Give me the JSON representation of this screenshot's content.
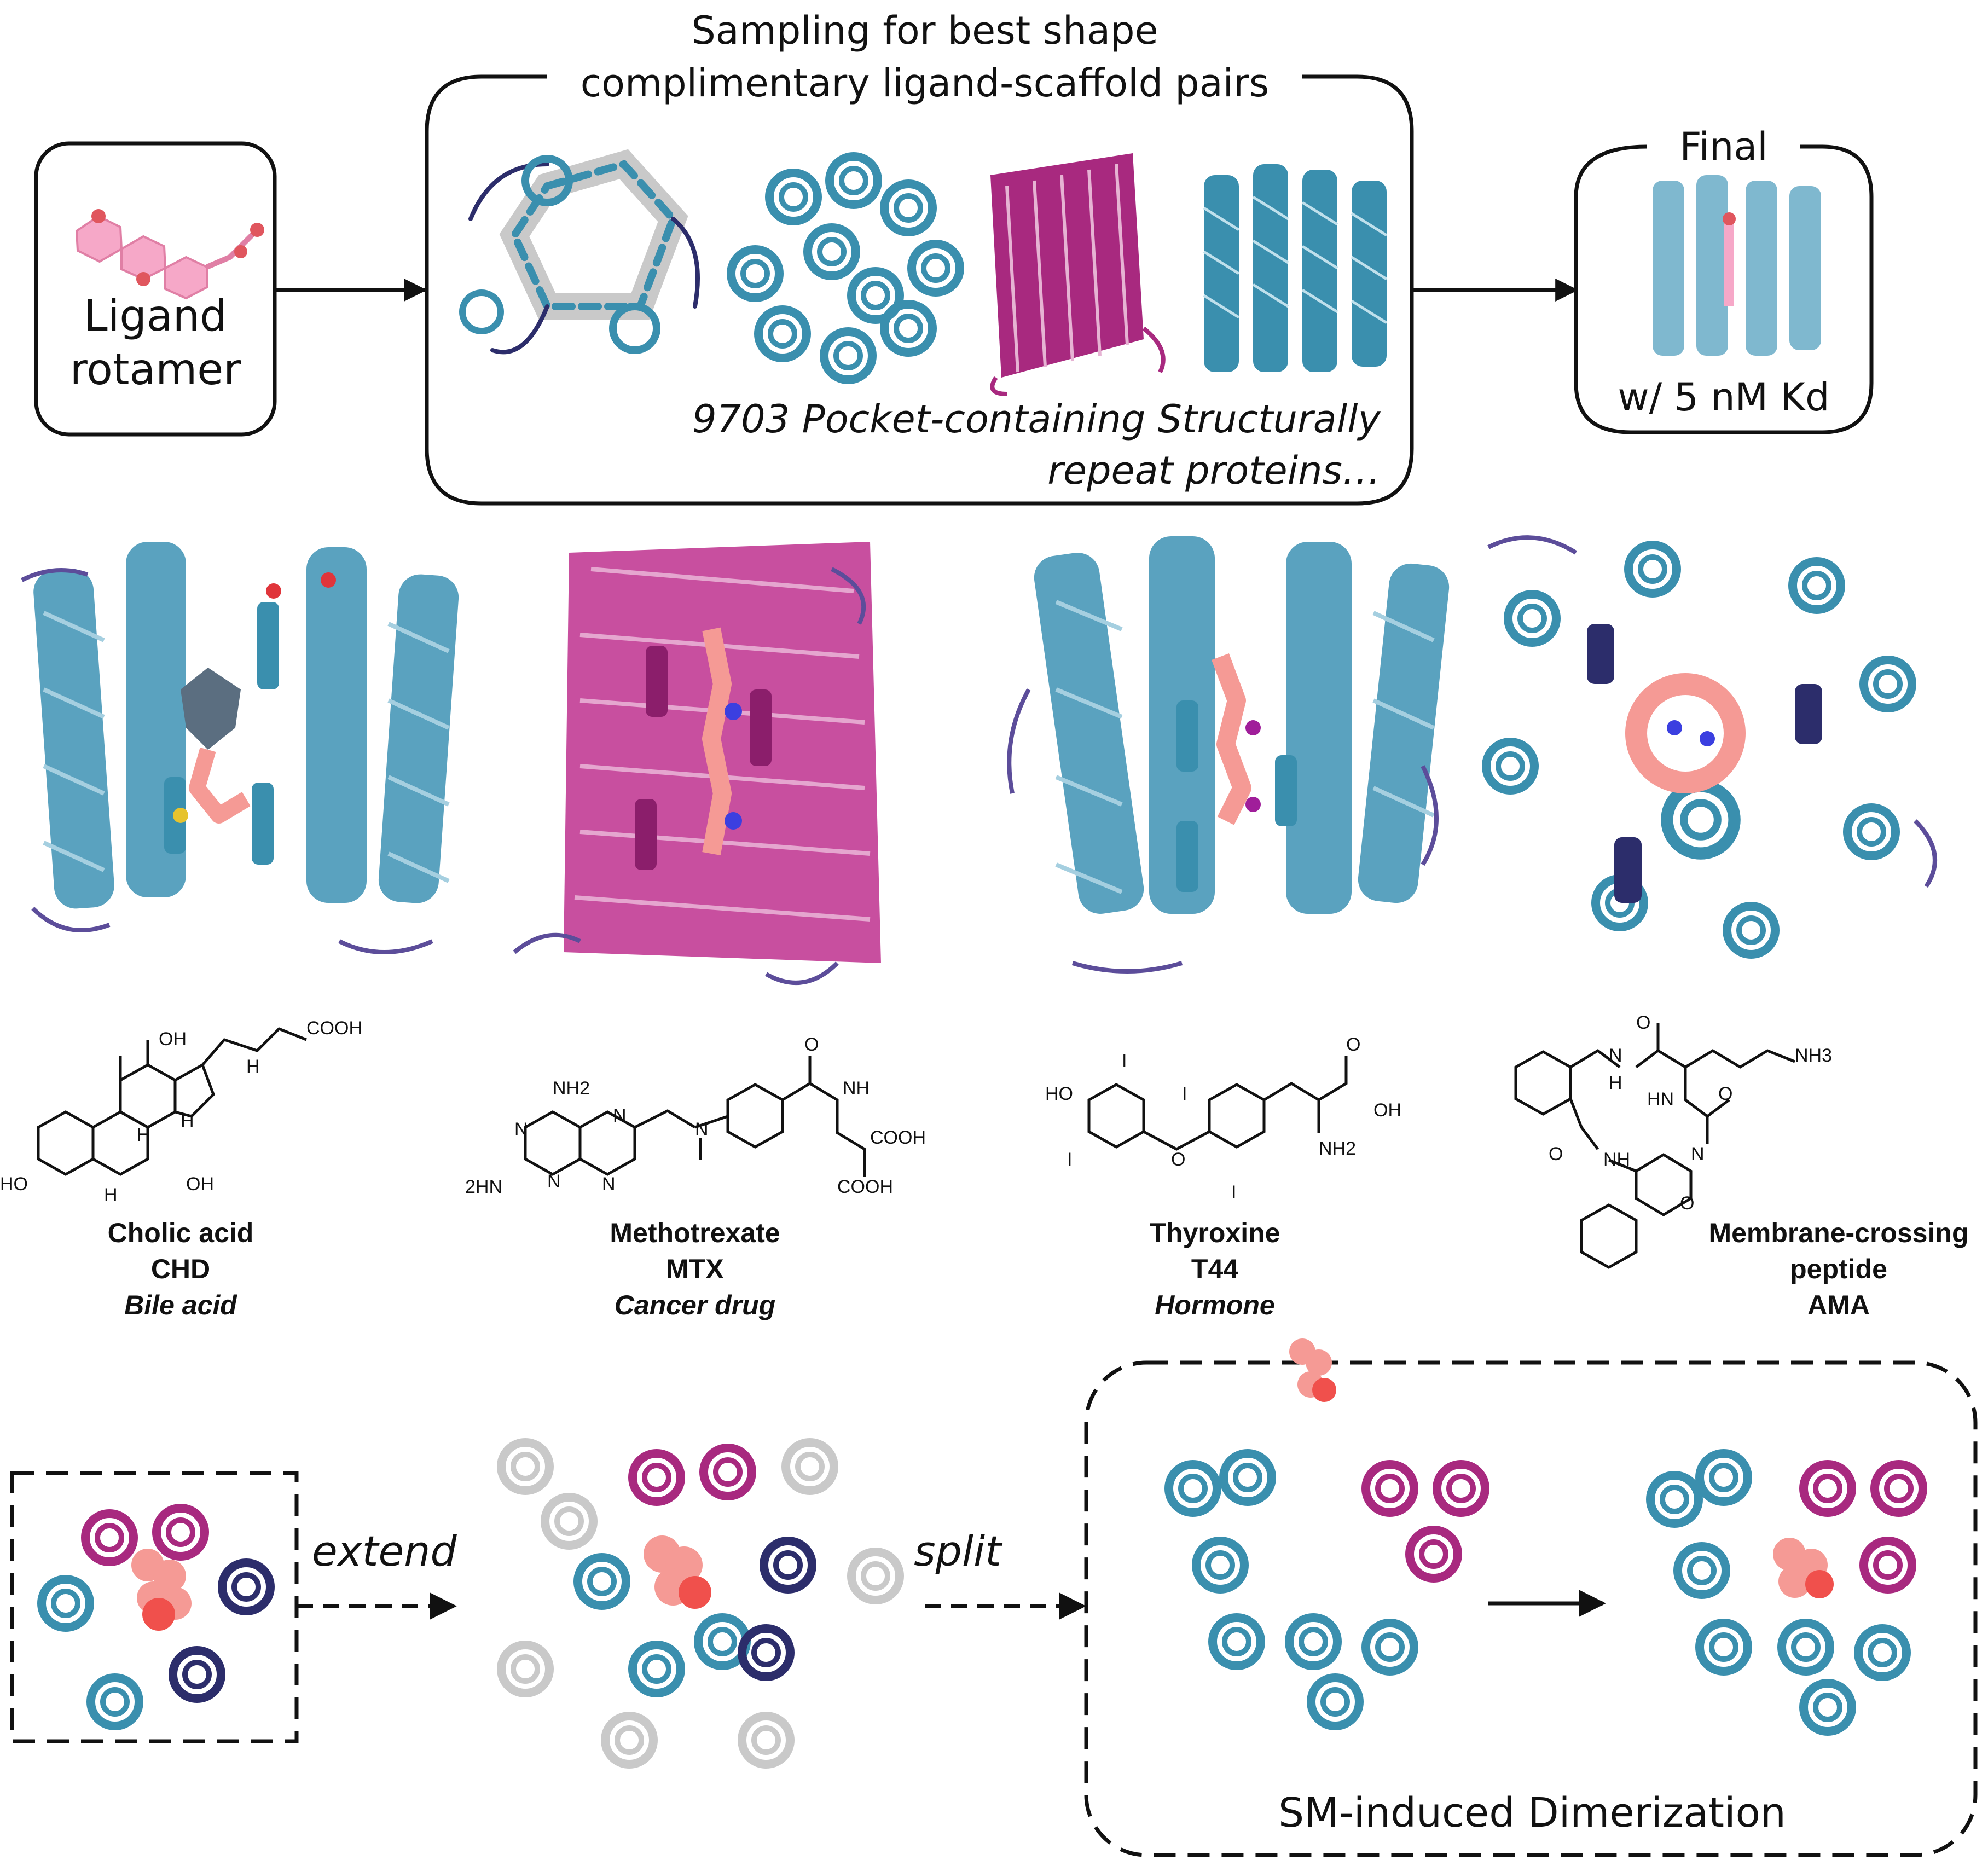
{
  "header": {
    "sampling_line1": "Sampling for best shape",
    "sampling_line2": "complimentary ligand-scaffold pairs",
    "scaffold_line1": "9703 Pocket-containing Structurally",
    "scaffold_line2": "repeat proteins…"
  },
  "ligand_box": {
    "line1": "Ligand",
    "line2": "rotamer"
  },
  "final_box": {
    "title": "Final",
    "affinity": "w/ 5 nM Kd"
  },
  "molecules": [
    {
      "name": "Cholic acid",
      "code": "CHD",
      "category": "Bile acid",
      "formula_labels": [
        "COOH",
        "OH",
        "H",
        "H",
        "H",
        "H",
        "HO",
        "OH"
      ]
    },
    {
      "name": "Methotrexate",
      "code": "MTX",
      "category": "Cancer drug",
      "formula_labels": [
        "NH2",
        "O",
        "NH",
        "N",
        "N",
        "N",
        "N",
        "N",
        "COOH",
        "2HN",
        "COOH"
      ]
    },
    {
      "name": "Thyroxine",
      "code": "T44",
      "category": "Hormone",
      "formula_labels": [
        "I",
        "HO",
        "I",
        "I",
        "O",
        "I",
        "O",
        "OH",
        "NH2"
      ]
    },
    {
      "name_line1": "Membrane-crossing",
      "name_line2": "peptide",
      "code": "AMA",
      "formula_labels": [
        "O",
        "NH3",
        "N",
        "H",
        "HN",
        "O",
        "O",
        "NH",
        "N",
        "O"
      ]
    }
  ],
  "workflow": {
    "extend_label": "extend",
    "split_label": "split",
    "dimerization_label": "SM-induced Dimerization"
  },
  "colors": {
    "helix_blue": "#3a8fae",
    "helix_blue_light": "#7fb8cf",
    "beta_magenta": "#a8297f",
    "ligand_pink": "#f08c88",
    "navy": "#2c2d6b",
    "gray_helix": "#c9c9c9"
  }
}
